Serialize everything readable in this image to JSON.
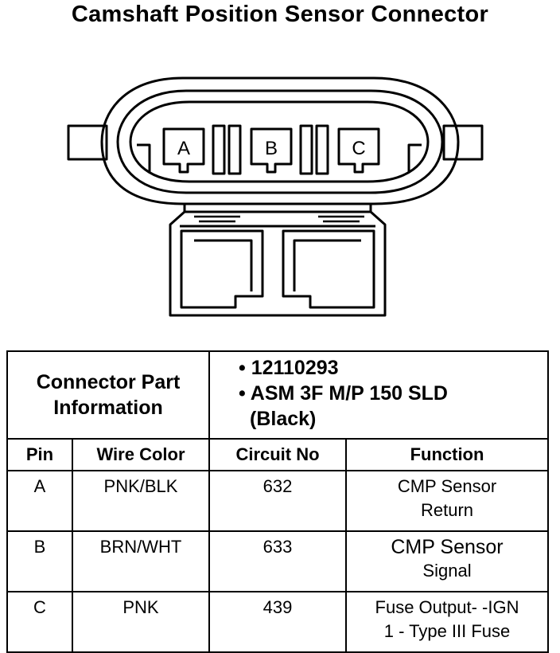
{
  "title": "Camshaft Position Sensor Connector",
  "connector": {
    "pins": [
      "A",
      "B",
      "C"
    ]
  },
  "part_info": {
    "label_line1": "Connector Part",
    "label_line2": "Information",
    "values": [
      "• 12110293",
      "• ASM 3F M/P 150 SLD",
      "(Black)"
    ]
  },
  "table": {
    "headers": [
      "Pin",
      "Wire Color",
      "Circuit No",
      "Function"
    ],
    "rows": [
      {
        "pin": "A",
        "wire": "PNK/BLK",
        "circuit": "632",
        "function1": "CMP Sensor",
        "function2": "Return"
      },
      {
        "pin": "B",
        "wire": "BRN/WHT",
        "circuit": "633",
        "function1": "CMP Sensor",
        "function2": "Signal"
      },
      {
        "pin": "C",
        "wire": "PNK",
        "circuit": "439",
        "function1": "Fuse Output- -IGN",
        "function2": "1 - Type III Fuse"
      }
    ]
  }
}
